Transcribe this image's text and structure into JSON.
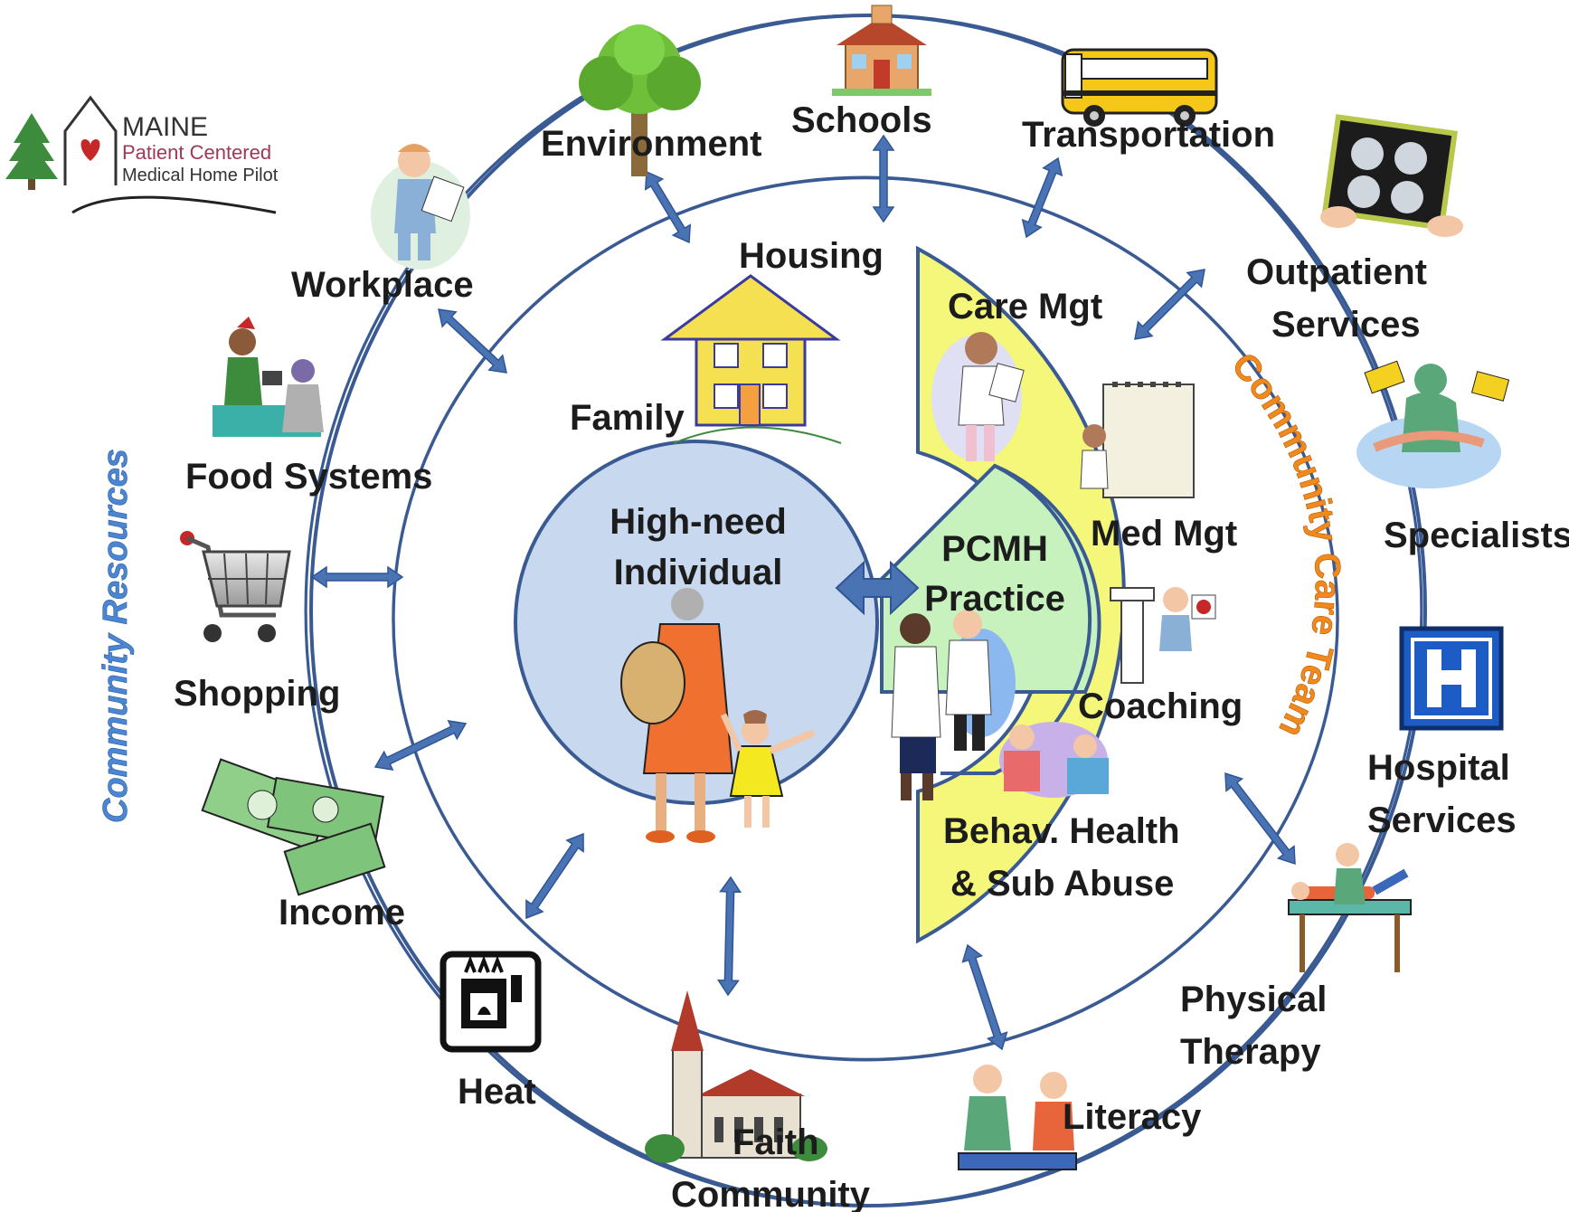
{
  "logo": {
    "line1": "MAINE",
    "line2": "Patient Centered",
    "line3": "Medical Home Pilot"
  },
  "center": {
    "line1": "High-need",
    "line2": "Individual"
  },
  "pcmh": {
    "line1": "PCMH",
    "line2": "Practice"
  },
  "care_team": {
    "title": "Community Care Team",
    "care_mgt": "Care Mgt",
    "med_mgt": "Med Mgt",
    "coaching": "Coaching",
    "behav_line1": "Behav. Health",
    "behav_line2": "& Sub Abuse"
  },
  "ring_title": "Community Resources",
  "middle_ring": {
    "housing": "Housing",
    "family": "Family"
  },
  "outer_ring": {
    "environment": "Environment",
    "schools": "Schools",
    "transportation": "Transportation",
    "outpatient_line1": "Outpatient",
    "outpatient_line2": "Services",
    "specialists": "Specialists",
    "hospital_line1": "Hospital",
    "hospital_line2": "Services",
    "pt_line1": "Physical",
    "pt_line2": "Therapy",
    "literacy": "Literacy",
    "faith_line1": "Faith",
    "faith_line2": "Community",
    "heat": "Heat",
    "income": "Income",
    "shopping": "Shopping",
    "food_systems": "Food Systems",
    "workplace": "Workplace"
  },
  "icons": [
    "tree-icon",
    "schoolhouse-icon",
    "school-bus-icon",
    "xray-icon",
    "surgeon-icon",
    "hospital-h-icon",
    "physical-therapy-icon",
    "reading-icon",
    "church-icon",
    "stove-icon",
    "money-icon",
    "shopping-cart-icon",
    "food-service-icon",
    "worker-icon",
    "house-icon",
    "nurse-icon",
    "notepad-icon",
    "scale-icon",
    "patient-icon",
    "doctors-icon",
    "grandmother-child-icon"
  ],
  "colors": {
    "ring": "#3a5a94",
    "arrow": "#4a73b3",
    "center_fill": "#c7d8ef",
    "pcmh_fill": "#c8f2bd",
    "care_team_fill": "#f4f77a",
    "care_team_title": "#f08a1e",
    "ring_title": "#4a86d4",
    "hospital_blue": "#1d5cc4"
  }
}
